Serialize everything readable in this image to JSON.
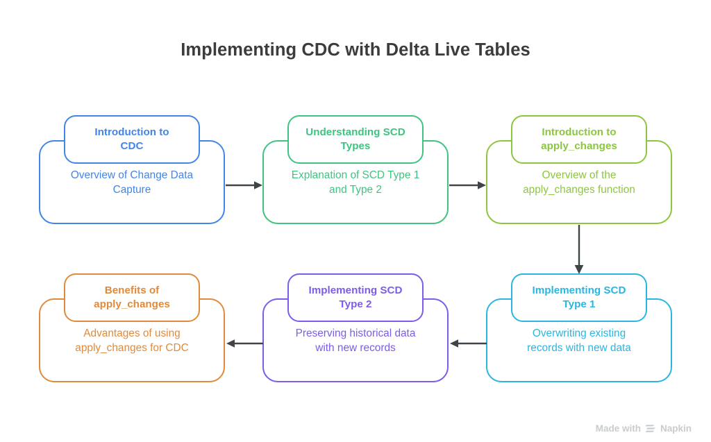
{
  "title": "Implementing CDC with Delta Live Tables",
  "colors": {
    "background": "#ffffff",
    "title": "#3c3c3c",
    "arrow": "#3f4448",
    "watermark": "#c8cccf",
    "node_blue": "#4285e8",
    "node_green": "#3fc380",
    "node_olive": "#8cc63e",
    "node_cyan": "#29b6e0",
    "node_purple": "#7c5ce8",
    "node_orange": "#e08a3c"
  },
  "nodes": [
    {
      "id": "introduction-to-cdc",
      "heading": "Introduction to\nCDC",
      "description": "Overview of Change Data\nCapture",
      "color": "#4285e8"
    },
    {
      "id": "understanding-scd-types",
      "heading": "Understanding SCD\nTypes",
      "description": "Explanation of SCD Type 1\nand Type 2",
      "color": "#3fc380"
    },
    {
      "id": "introduction-to-apply-changes",
      "heading": "Introduction to\napply_changes",
      "description": "Overview of the\napply_changes function",
      "color": "#8cc63e"
    },
    {
      "id": "implementing-scd-type-1",
      "heading": "Implementing SCD\nType 1",
      "description": "Overwriting existing\nrecords with new data",
      "color": "#29b6e0"
    },
    {
      "id": "implementing-scd-type-2",
      "heading": "Implementing SCD\nType 2",
      "description": "Preserving historical data\nwith new records",
      "color": "#7c5ce8"
    },
    {
      "id": "benefits-of-apply-changes",
      "heading": "Benefits of\napply_changes",
      "description": "Advantages of using\napply_changes for CDC",
      "color": "#e08a3c"
    }
  ],
  "connectors": [
    {
      "id": "cdc-to-scd-types",
      "direction": "right"
    },
    {
      "id": "scd-types-to-apply-changes",
      "direction": "right"
    },
    {
      "id": "apply-changes-to-scd-type-1",
      "direction": "down"
    },
    {
      "id": "scd-type-1-to-scd-type-2",
      "direction": "left"
    },
    {
      "id": "scd-type-2-to-benefits",
      "direction": "left"
    }
  ],
  "watermark": {
    "prefix": "Made with",
    "brand": "Napkin",
    "logo_icon": "napkin-logo-icon"
  }
}
